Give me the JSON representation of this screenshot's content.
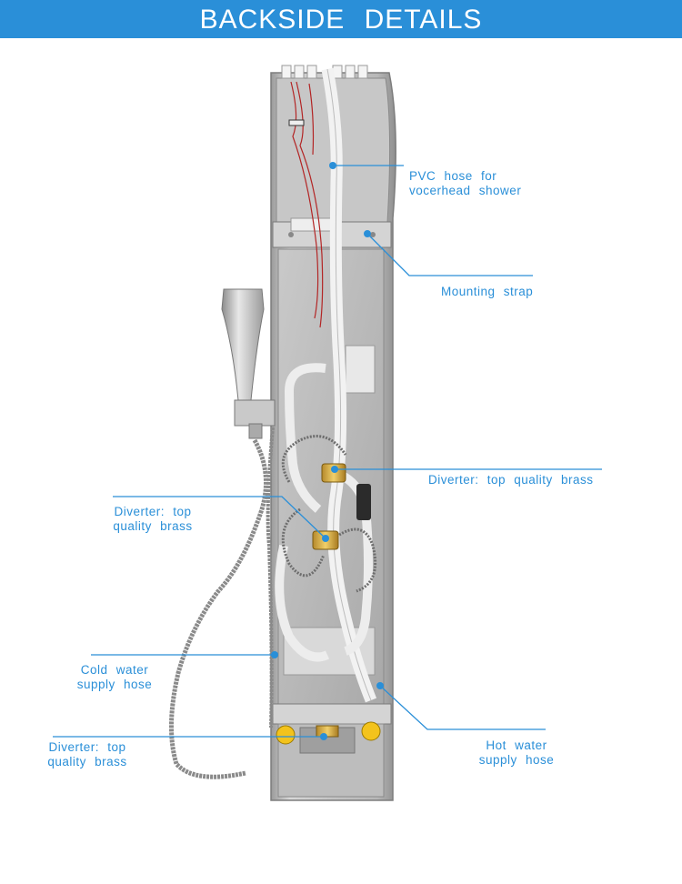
{
  "header": {
    "title": "BACKSIDE DETAILS"
  },
  "colors": {
    "banner": "#2a8fd8",
    "callout": "#2a8fd8",
    "steel": "#bdbdbd"
  },
  "callouts": {
    "pvc_hose": {
      "line1": "PVC hose for",
      "line2": "vocerhead shower"
    },
    "mounting_strap": {
      "line1": "Mounting strap"
    },
    "diverter_right": {
      "line1": "Diverter: top quality brass"
    },
    "diverter_left": {
      "line1": "Diverter: top",
      "line2": "quality brass"
    },
    "cold_water": {
      "line1": "Cold water",
      "line2": "supply hose"
    },
    "hot_water": {
      "line1": "Hot water",
      "line2": "supply hose"
    },
    "diverter_bottom": {
      "line1": "Diverter: top",
      "line2": "quality brass"
    }
  }
}
